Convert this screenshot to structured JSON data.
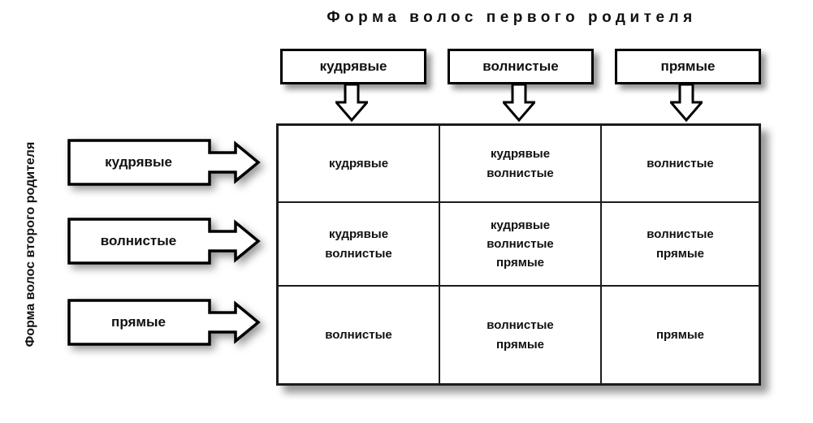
{
  "titles": {
    "top": "Форма волос первого родителя",
    "side": "Форма волос второго родителя"
  },
  "column_headers": [
    {
      "label": "кудрявые"
    },
    {
      "label": "волнистые"
    },
    {
      "label": "прямые"
    }
  ],
  "row_headers": [
    {
      "label": "кудрявые"
    },
    {
      "label": "волнистые"
    },
    {
      "label": "прямые"
    }
  ],
  "matrix": {
    "rows": [
      {
        "cells": [
          {
            "lines": [
              "кудрявые"
            ]
          },
          {
            "lines": [
              "кудрявые",
              "волнистые"
            ]
          },
          {
            "lines": [
              "волнистые"
            ]
          }
        ]
      },
      {
        "cells": [
          {
            "lines": [
              "кудрявые",
              "волнистые"
            ]
          },
          {
            "lines": [
              "кудрявые",
              "волнистые",
              "прямые"
            ]
          },
          {
            "lines": [
              "волнистые",
              "прямые"
            ]
          }
        ]
      },
      {
        "cells": [
          {
            "lines": [
              "волнистые"
            ]
          },
          {
            "lines": [
              "волнистые",
              "прямые"
            ]
          },
          {
            "lines": [
              "прямые"
            ]
          }
        ]
      }
    ]
  },
  "colors": {
    "background": "#ffffff",
    "outline": "#000000",
    "grid": "#1c1c1c",
    "text": "#111111",
    "shadow": "rgba(0,0,0,0.42)"
  },
  "icons": {
    "down_arrow": "arrow-down-icon",
    "right_arrow": "arrow-right-icon"
  }
}
